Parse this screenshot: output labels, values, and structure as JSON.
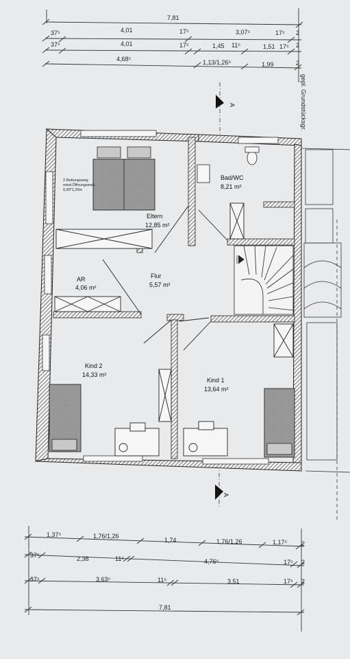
{
  "plan": {
    "side_label": "gepl. Grundstücksgr.",
    "section_marker": "A",
    "escape_note": [
      "2.Rettungsweg",
      "mind.Öffnungsmaß",
      "0,90*1,20m"
    ],
    "rooms": [
      {
        "id": "eltern",
        "name": "Eltern",
        "area": "12,85 m²"
      },
      {
        "id": "bad",
        "name": "Bad/WC",
        "area": "8,21 m²"
      },
      {
        "id": "ar",
        "name": "AR",
        "area": "4,06 m²"
      },
      {
        "id": "flur",
        "name": "Flur",
        "area": "5,57 m²"
      },
      {
        "id": "kind2",
        "name": "Kind 2",
        "area": "14,33 m²"
      },
      {
        "id": "kind1",
        "name": "Kind 1",
        "area": "13,64 m²"
      }
    ]
  },
  "dimensions": {
    "top": [
      {
        "total": "7,81"
      },
      {
        "segments": [
          "37⁵",
          "4,01",
          "17⁵",
          "3,07⁵",
          "17⁵",
          "2"
        ]
      },
      {
        "segments": [
          "37⁵",
          "4,01",
          "17⁵",
          "1,45",
          "11⁵",
          "1,51",
          "17⁵",
          "2"
        ]
      },
      {
        "segments": [
          "4,68⁵",
          "1,13/1,26⁵",
          "1,99",
          "2"
        ]
      }
    ],
    "bottom": [
      {
        "segments": [
          "1,37⁵",
          "1,76/1,26",
          "1,74",
          "1,76/1,26",
          "1,17⁵",
          "2"
        ]
      },
      {
        "segments": [
          "37⁵",
          "2,38",
          "11⁵",
          "4,76⁵",
          "17⁵",
          "2"
        ]
      },
      {
        "segments": [
          "37⁵",
          "3,63⁵",
          "11⁵",
          "3,51",
          "17⁵",
          "2"
        ]
      },
      {
        "total": "7,81"
      }
    ]
  }
}
